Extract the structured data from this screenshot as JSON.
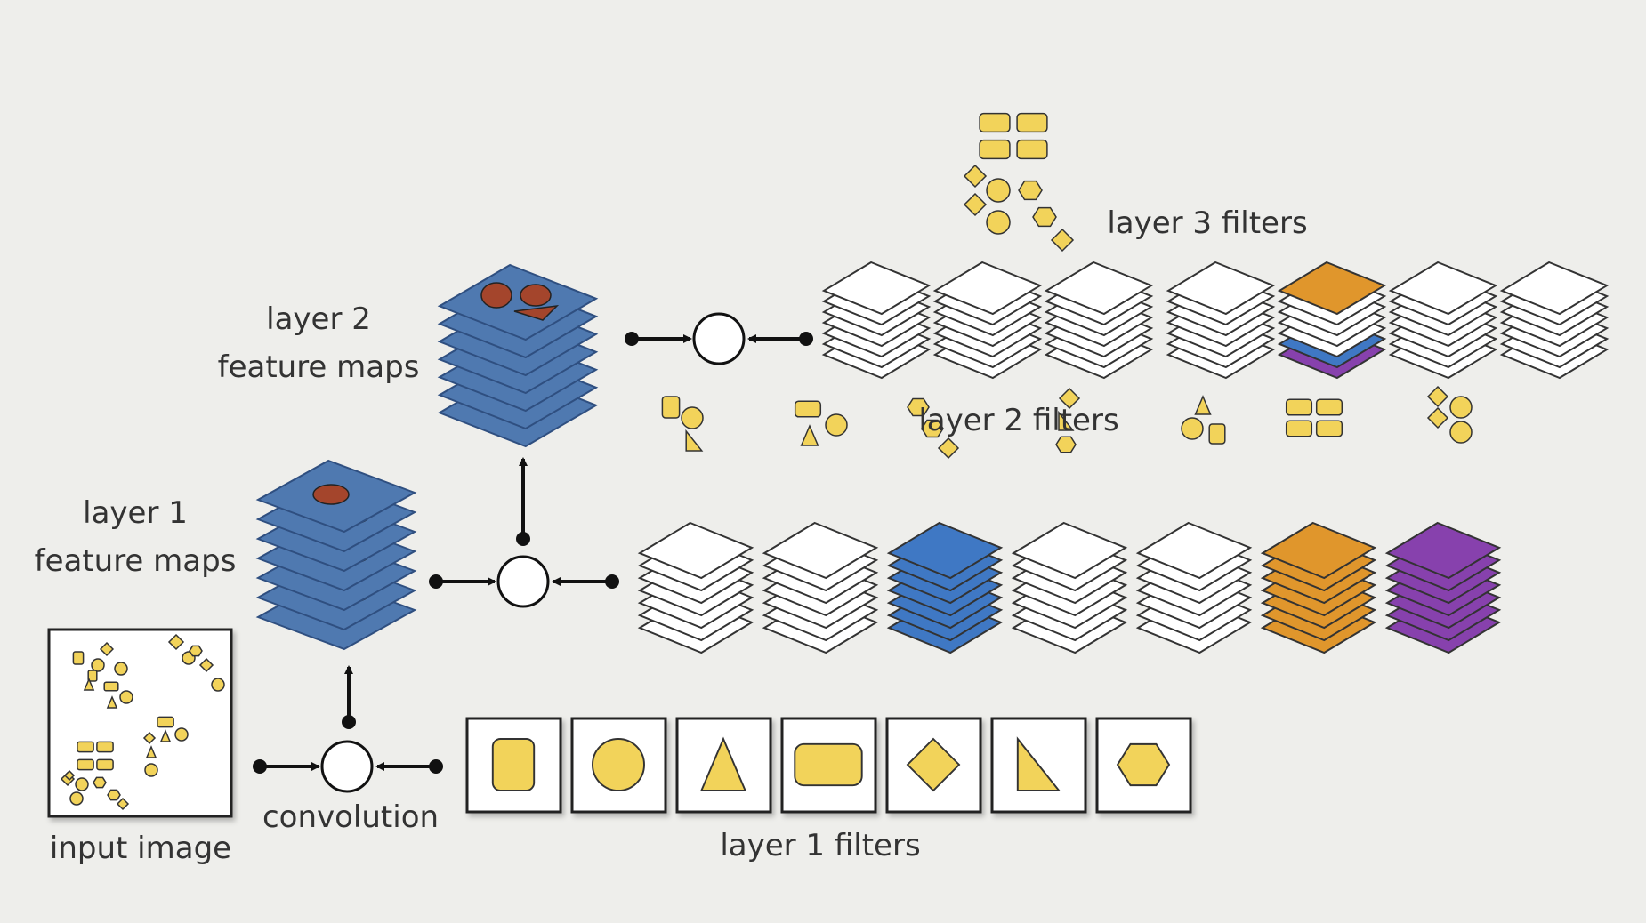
{
  "labels": {
    "input_image": "input image",
    "convolution": "convolution",
    "layer1_filters": "layer 1 filters",
    "layer1_maps_line1": "layer 1",
    "layer1_maps_line2": "feature maps",
    "layer2_maps_line1": "layer 2",
    "layer2_maps_line2": "feature maps",
    "layer2_filters": "layer 2 filters",
    "layer3_filters": "layer 3 filters"
  },
  "colors": {
    "background": "#eeeeeb",
    "shape_fill": "#f2d35a",
    "feature_map": "#4f79b0",
    "feature_blob": "#a4452c",
    "filter_white": "#ffffff",
    "blue_stack": "#3f78c4",
    "orange_stack": "#e0962c",
    "purple_stack": "#8741ad"
  },
  "layer1_filters": [
    "rounded-square",
    "circle",
    "triangle",
    "rounded-rectangle",
    "diamond",
    "right-triangle",
    "hexagon"
  ],
  "layer2_filters": [
    {
      "color": "white"
    },
    {
      "color": "white"
    },
    {
      "color": "blue"
    },
    {
      "color": "white"
    },
    {
      "color": "white"
    },
    {
      "color": "orange"
    },
    {
      "color": "purple"
    }
  ],
  "layer3_filters": [
    {
      "color": "white"
    },
    {
      "color": "white"
    },
    {
      "color": "white"
    },
    {
      "color": "white"
    },
    {
      "color": "orange-top"
    },
    {
      "color": "white"
    },
    {
      "color": "white"
    }
  ]
}
